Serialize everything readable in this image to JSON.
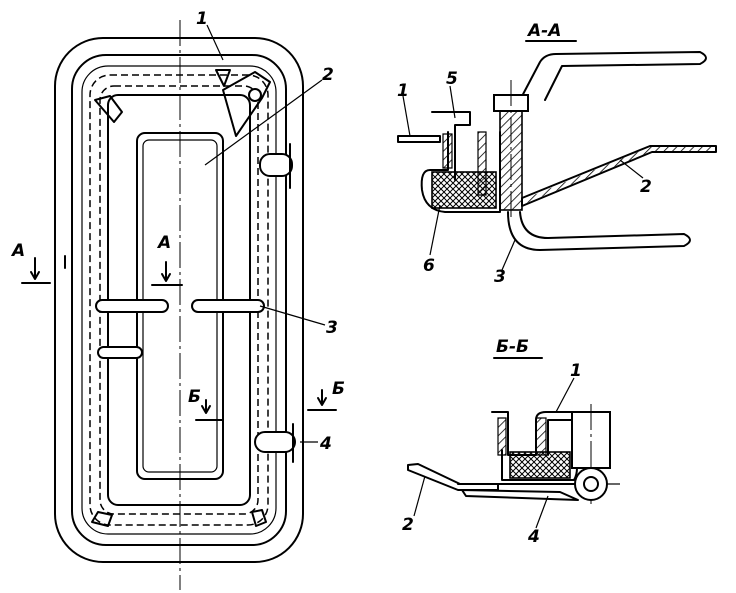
{
  "labels": {
    "door_1": "1",
    "door_2": "2",
    "door_3": "3",
    "door_4": "4",
    "section_a_left": "А",
    "section_a_inner": "А",
    "section_b_inner": "Б",
    "section_b_right": "Б",
    "aa_title": "А-А",
    "aa_1": "1",
    "aa_5": "5",
    "aa_2": "2",
    "aa_6": "6",
    "aa_3": "3",
    "bb_title": "Б-Б",
    "bb_1": "1",
    "bb_2": "2",
    "bb_4": "4"
  }
}
